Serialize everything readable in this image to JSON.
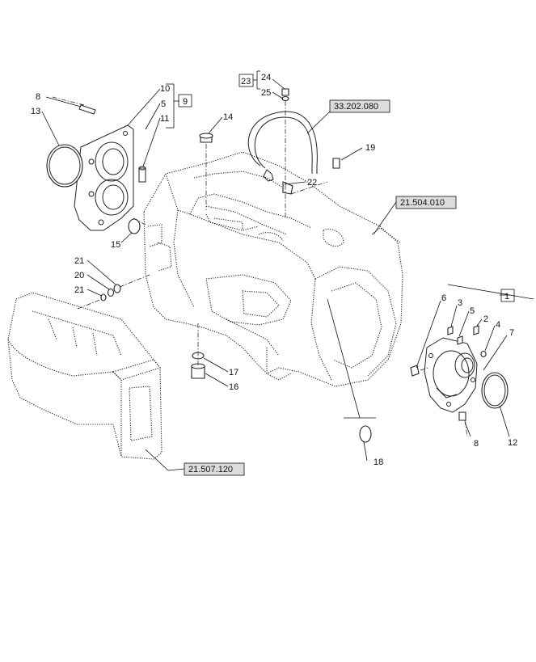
{
  "callouts": [
    {
      "id": "c1",
      "text": "1"
    },
    {
      "id": "c2",
      "text": "2"
    },
    {
      "id": "c3",
      "text": "3"
    },
    {
      "id": "c4",
      "text": "4"
    },
    {
      "id": "c5a",
      "text": "5"
    },
    {
      "id": "c5b",
      "text": "5"
    },
    {
      "id": "c6",
      "text": "6"
    },
    {
      "id": "c7",
      "text": "7"
    },
    {
      "id": "c8a",
      "text": "8"
    },
    {
      "id": "c8b",
      "text": "8"
    },
    {
      "id": "c9",
      "text": "9"
    },
    {
      "id": "c10",
      "text": "10"
    },
    {
      "id": "c11",
      "text": "11"
    },
    {
      "id": "c12",
      "text": "12"
    },
    {
      "id": "c13",
      "text": "13"
    },
    {
      "id": "c14",
      "text": "14"
    },
    {
      "id": "c15",
      "text": "15"
    },
    {
      "id": "c16",
      "text": "16"
    },
    {
      "id": "c17",
      "text": "17"
    },
    {
      "id": "c18",
      "text": "18"
    },
    {
      "id": "c19",
      "text": "19"
    },
    {
      "id": "c20",
      "text": "20"
    },
    {
      "id": "c21a",
      "text": "21"
    },
    {
      "id": "c21b",
      "text": "21"
    },
    {
      "id": "c22",
      "text": "22"
    },
    {
      "id": "c23",
      "text": "23"
    },
    {
      "id": "c24",
      "text": "24"
    },
    {
      "id": "c25",
      "text": "25"
    }
  ],
  "references": [
    {
      "id": "r1",
      "text": "33.202.080"
    },
    {
      "id": "r2",
      "text": "21.504.010"
    },
    {
      "id": "r3",
      "text": "21.507.120"
    }
  ]
}
